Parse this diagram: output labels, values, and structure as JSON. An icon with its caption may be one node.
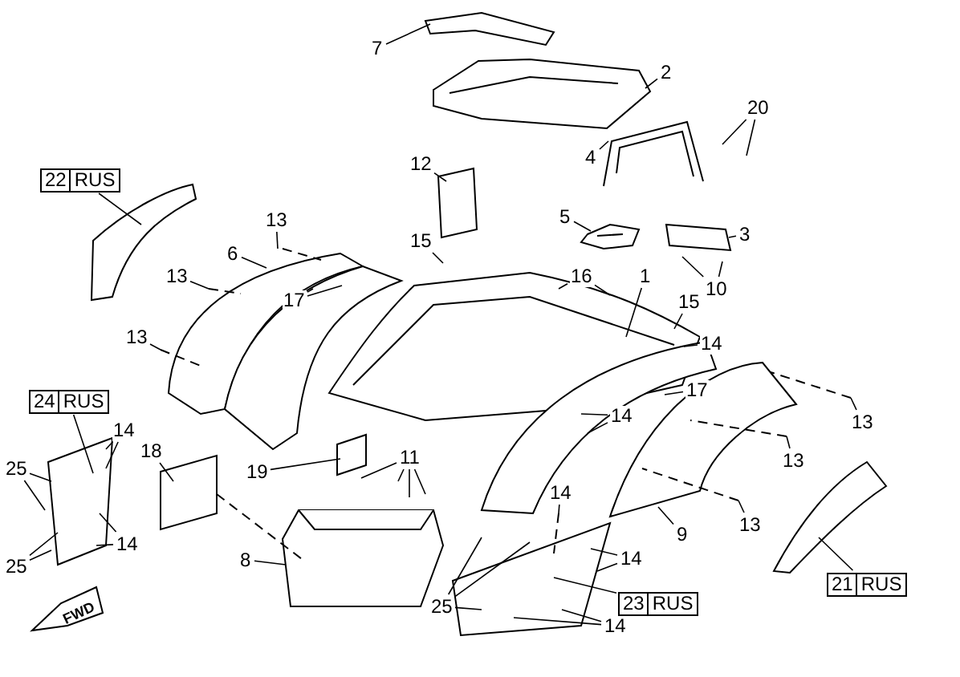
{
  "diagram": {
    "nodes": [
      {
        "text": [
          "7"
        ]
      },
      {
        "text": [
          "2"
        ]
      },
      {
        "text": [
          "20"
        ]
      },
      {
        "text": [
          "4"
        ]
      },
      {
        "text": [
          "12"
        ]
      },
      {
        "text": [
          "22",
          "RUS"
        ]
      },
      {
        "text": [
          "5"
        ]
      },
      {
        "text": [
          "13"
        ]
      },
      {
        "text": [
          "3"
        ]
      },
      {
        "text": [
          "15"
        ]
      },
      {
        "text": [
          "6"
        ]
      },
      {
        "text": [
          "13"
        ]
      },
      {
        "text": [
          "16"
        ]
      },
      {
        "text": [
          "1"
        ]
      },
      {
        "text": [
          "10"
        ]
      },
      {
        "text": [
          "17"
        ]
      },
      {
        "text": [
          "15"
        ]
      },
      {
        "text": [
          "13"
        ]
      },
      {
        "text": [
          "14"
        ]
      },
      {
        "text": [
          "17"
        ]
      },
      {
        "text": [
          "24",
          "RUS"
        ]
      },
      {
        "text": [
          "14"
        ]
      },
      {
        "text": [
          "13"
        ]
      },
      {
        "text": [
          "14"
        ]
      },
      {
        "text": [
          "18"
        ]
      },
      {
        "text": [
          "11"
        ]
      },
      {
        "text": [
          "13"
        ]
      },
      {
        "text": [
          "25"
        ]
      },
      {
        "text": [
          "19"
        ]
      },
      {
        "text": [
          "14"
        ]
      },
      {
        "text": [
          "13"
        ]
      },
      {
        "text": [
          "9"
        ]
      },
      {
        "text": [
          "14"
        ]
      },
      {
        "text": [
          "14"
        ]
      },
      {
        "text": [
          "8"
        ]
      },
      {
        "text": [
          "25"
        ]
      },
      {
        "text": [
          "21",
          "RUS"
        ]
      },
      {
        "text": [
          "23",
          "RUS"
        ]
      },
      {
        "text": [
          "25"
        ]
      },
      {
        "text": [
          "14"
        ]
      }
    ],
    "edges": [
      {
        "from": 0,
        "to": null,
        "arrow": "none"
      },
      {
        "from": 1,
        "to": null,
        "arrow": "none"
      },
      {
        "from": 2,
        "to": null,
        "arrow": "none"
      },
      {
        "from": 2,
        "to": null,
        "arrow": "none"
      },
      {
        "from": 3,
        "to": null,
        "arrow": "none"
      },
      {
        "from": 4,
        "to": null,
        "arrow": "none"
      },
      {
        "from": 5,
        "to": null,
        "arrow": "none"
      },
      {
        "from": 6,
        "to": null,
        "arrow": "none"
      },
      {
        "from": 7,
        "to": null,
        "arrow": "none"
      },
      {
        "from": 8,
        "to": null,
        "arrow": "none"
      },
      {
        "from": 9,
        "to": null,
        "arrow": "none"
      },
      {
        "from": 10,
        "to": null,
        "arrow": "none"
      },
      {
        "from": 11,
        "to": null,
        "arrow": "none"
      },
      {
        "from": 12,
        "to": null,
        "arrow": "none"
      },
      {
        "from": 12,
        "to": null,
        "arrow": "none"
      },
      {
        "from": 13,
        "to": null,
        "arrow": "none"
      },
      {
        "from": 14,
        "to": null,
        "arrow": "none"
      },
      {
        "from": 14,
        "to": null,
        "arrow": "none"
      },
      {
        "from": 15,
        "to": null,
        "arrow": "none"
      },
      {
        "from": 15,
        "to": null,
        "arrow": "none"
      },
      {
        "from": 16,
        "to": null,
        "arrow": "none"
      },
      {
        "from": 17,
        "to": null,
        "arrow": "none"
      },
      {
        "from": 18,
        "to": null,
        "arrow": "none"
      },
      {
        "from": 19,
        "to": null,
        "arrow": "none"
      },
      {
        "from": 20,
        "to": null,
        "arrow": "none"
      },
      {
        "from": 21,
        "to": null,
        "arrow": "none"
      },
      {
        "from": 21,
        "to": null,
        "arrow": "none"
      },
      {
        "from": 22,
        "to": null,
        "arrow": "none"
      },
      {
        "from": 23,
        "to": null,
        "arrow": "none"
      },
      {
        "from": 23,
        "to": null,
        "arrow": "none"
      },
      {
        "from": 24,
        "to": null,
        "arrow": "none"
      },
      {
        "from": 25,
        "to": null,
        "arrow": "none"
      },
      {
        "from": 25,
        "to": null,
        "arrow": "none"
      },
      {
        "from": 25,
        "to": null,
        "arrow": "none"
      },
      {
        "from": 25,
        "to": null,
        "arrow": "none"
      },
      {
        "from": 26,
        "to": null,
        "arrow": "none"
      },
      {
        "from": 27,
        "to": null,
        "arrow": "none"
      },
      {
        "from": 27,
        "to": null,
        "arrow": "none"
      },
      {
        "from": 28,
        "to": null,
        "arrow": "none"
      },
      {
        "from": 29,
        "to": null,
        "arrow": "none"
      },
      {
        "from": 30,
        "to": null,
        "arrow": "none"
      },
      {
        "from": 31,
        "to": null,
        "arrow": "none"
      },
      {
        "from": 32,
        "to": null,
        "arrow": "none"
      },
      {
        "from": 32,
        "to": null,
        "arrow": "none"
      },
      {
        "from": 33,
        "to": null,
        "arrow": "none"
      },
      {
        "from": 33,
        "to": null,
        "arrow": "none"
      },
      {
        "from": 34,
        "to": null,
        "arrow": "none"
      },
      {
        "from": 35,
        "to": null,
        "arrow": "none"
      },
      {
        "from": 35,
        "to": null,
        "arrow": "none"
      },
      {
        "from": 36,
        "to": null,
        "arrow": "none"
      },
      {
        "from": 37,
        "to": null,
        "arrow": "none"
      },
      {
        "from": 38,
        "to": null,
        "arrow": "none"
      },
      {
        "from": 38,
        "to": null,
        "arrow": "none"
      },
      {
        "from": 38,
        "to": null,
        "arrow": "none"
      },
      {
        "from": 39,
        "to": null,
        "arrow": "none"
      },
      {
        "from": 39,
        "to": null,
        "arrow": "none"
      }
    ],
    "labels": [
      "FWD"
    ]
  }
}
